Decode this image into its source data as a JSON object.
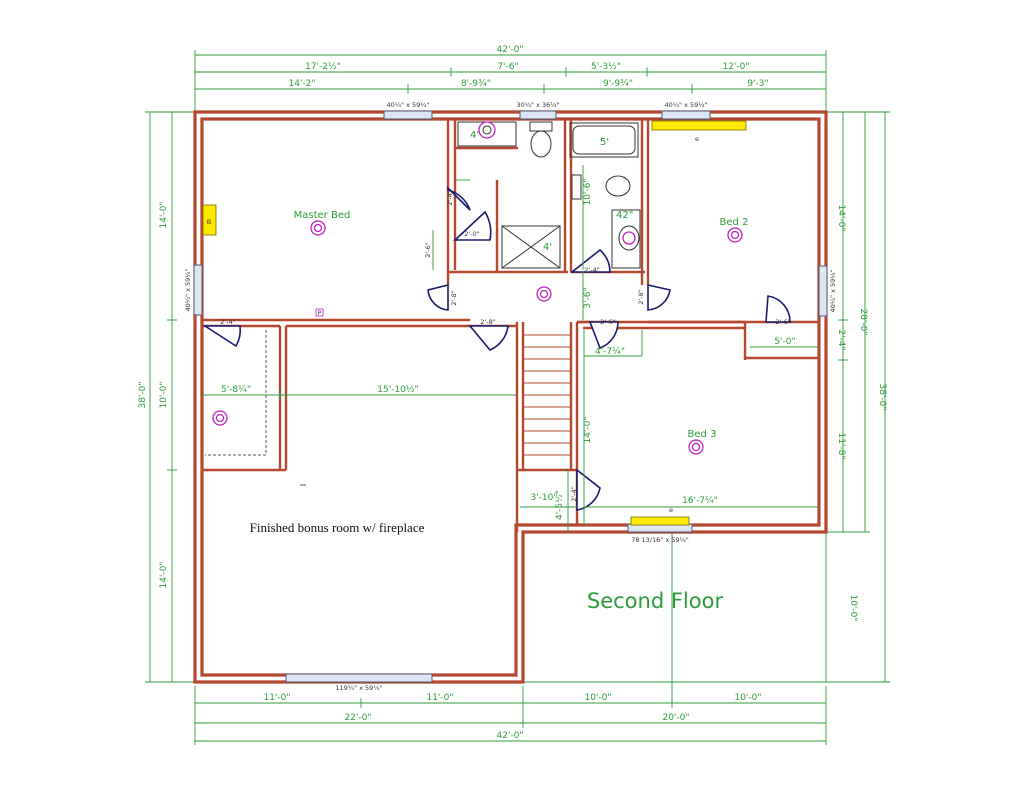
{
  "title": "Second Floor",
  "note": "Finished bonus room w/ fireplace",
  "rooms": {
    "master": "Master Bed",
    "bed2": "Bed 2",
    "bed3": "Bed 3"
  },
  "dims_top": {
    "total": "42'-0\"",
    "r2a": "17'-2½\"",
    "r2b": "7'-6\"",
    "r2c": "5'-3½\"",
    "r2d": "12'-0\"",
    "r3a": "14'-2\"",
    "r3b": "8'-9¾\"",
    "r3c": "9'-9¾\"",
    "r3d": "9'-3\""
  },
  "dims_bottom": {
    "a": "11'-0\"",
    "b": "11'-0\"",
    "c": "10'-0\"",
    "d": "10'-0\"",
    "e": "22'-0\"",
    "f": "20'-0\"",
    "total": "42'-0\""
  },
  "dims_left": {
    "a": "14'-0\"",
    "b": "10'-0\"",
    "c": "14'-0\"",
    "total": "38'-0\""
  },
  "dims_right": {
    "a": "14'-0\"",
    "b": "2'-4\"",
    "c": "11'-8\"",
    "d": "10'-0\"",
    "e": "28'-0\"",
    "total": "38'-0\""
  },
  "interior_dims": {
    "closet_w": "5'-8¼\"",
    "bonus_w": "15'-10½\"",
    "bath2_h": "10'-6\"",
    "hall_h": "3'-6\"",
    "bed3_top": "4'-7¼\"",
    "bed3_h": "14'-0\"",
    "bed3_w": "16'-7¼\"",
    "b2closet": "5'-0\"",
    "stair_w": "3'-10\"",
    "stair_h": "4'-5½\"",
    "shower": "4'",
    "tub": "5'",
    "vanity": "42\"",
    "sink": "4'",
    "d24a": "2'-4\"",
    "d20": "2'-0\"",
    "d26a": "2'-6\"",
    "d24b": "2'-4\"",
    "d28a": "2'-8\"",
    "d28b": "2'-8\"",
    "d28c": "2'-8\"",
    "d24c": "2'-4\"",
    "d26b": "2'-6\"",
    "d26c": "2'-6\"",
    "d24d": "2'-4\"",
    "d24e": "2'-4\""
  },
  "windows": {
    "w1": "40¼\" x 59¼\"",
    "w2": "30¼\" x 36¼\"",
    "w3": "40¼\" x 59¼\"",
    "w4": "40¼\" x 59¼\"",
    "w5": "40¼\" x 59¼\"",
    "w6": "78 13/16\" x 59¼\"",
    "w7": "119¼\" x 59¼\""
  },
  "labels": {
    "master_closet_marker": "B",
    "bed2_marker": "e",
    "bed3_marker": "e",
    "panel": "P"
  },
  "colors": {
    "wall": "#b5482f",
    "dimension": "#2e9b3a",
    "door": "#1a1a6e",
    "light": "#c21fc2",
    "highlight": "#ffea00"
  }
}
